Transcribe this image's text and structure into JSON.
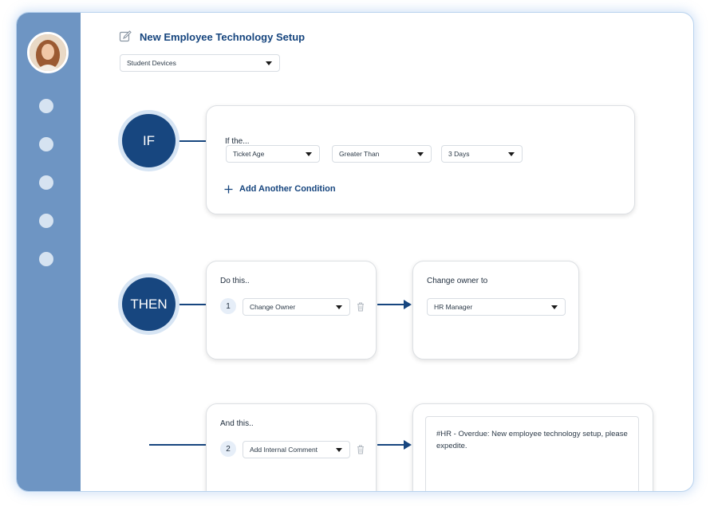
{
  "header": {
    "title": "New Employee Technology Setup",
    "category_select": "Student Devices"
  },
  "if_block": {
    "circle_label": "IF",
    "card_label": "If the...",
    "condition": {
      "field": "Ticket Age",
      "operator": "Greater Than",
      "value": "3 Days"
    },
    "add_condition_label": "Add Another Condition"
  },
  "then_block": {
    "circle_label": "THEN",
    "card_label": "Do this..",
    "step_number": "1",
    "action": "Change Owner",
    "target_label": "Change owner to",
    "target_value": "HR Manager"
  },
  "and_block": {
    "card_label": "And this..",
    "step_number": "2",
    "action": "Add Internal Comment",
    "comment_text": "#HR - Overdue: New employee technology setup, please expedite."
  },
  "icons": {
    "title": "edit-icon",
    "add": "plus-icon",
    "delete": "trash-icon",
    "dropdown": "caret-down-icon"
  },
  "colors": {
    "primary": "#17467f",
    "sidebar": "#6e95c3",
    "circle_ring": "#d7e5f4"
  }
}
